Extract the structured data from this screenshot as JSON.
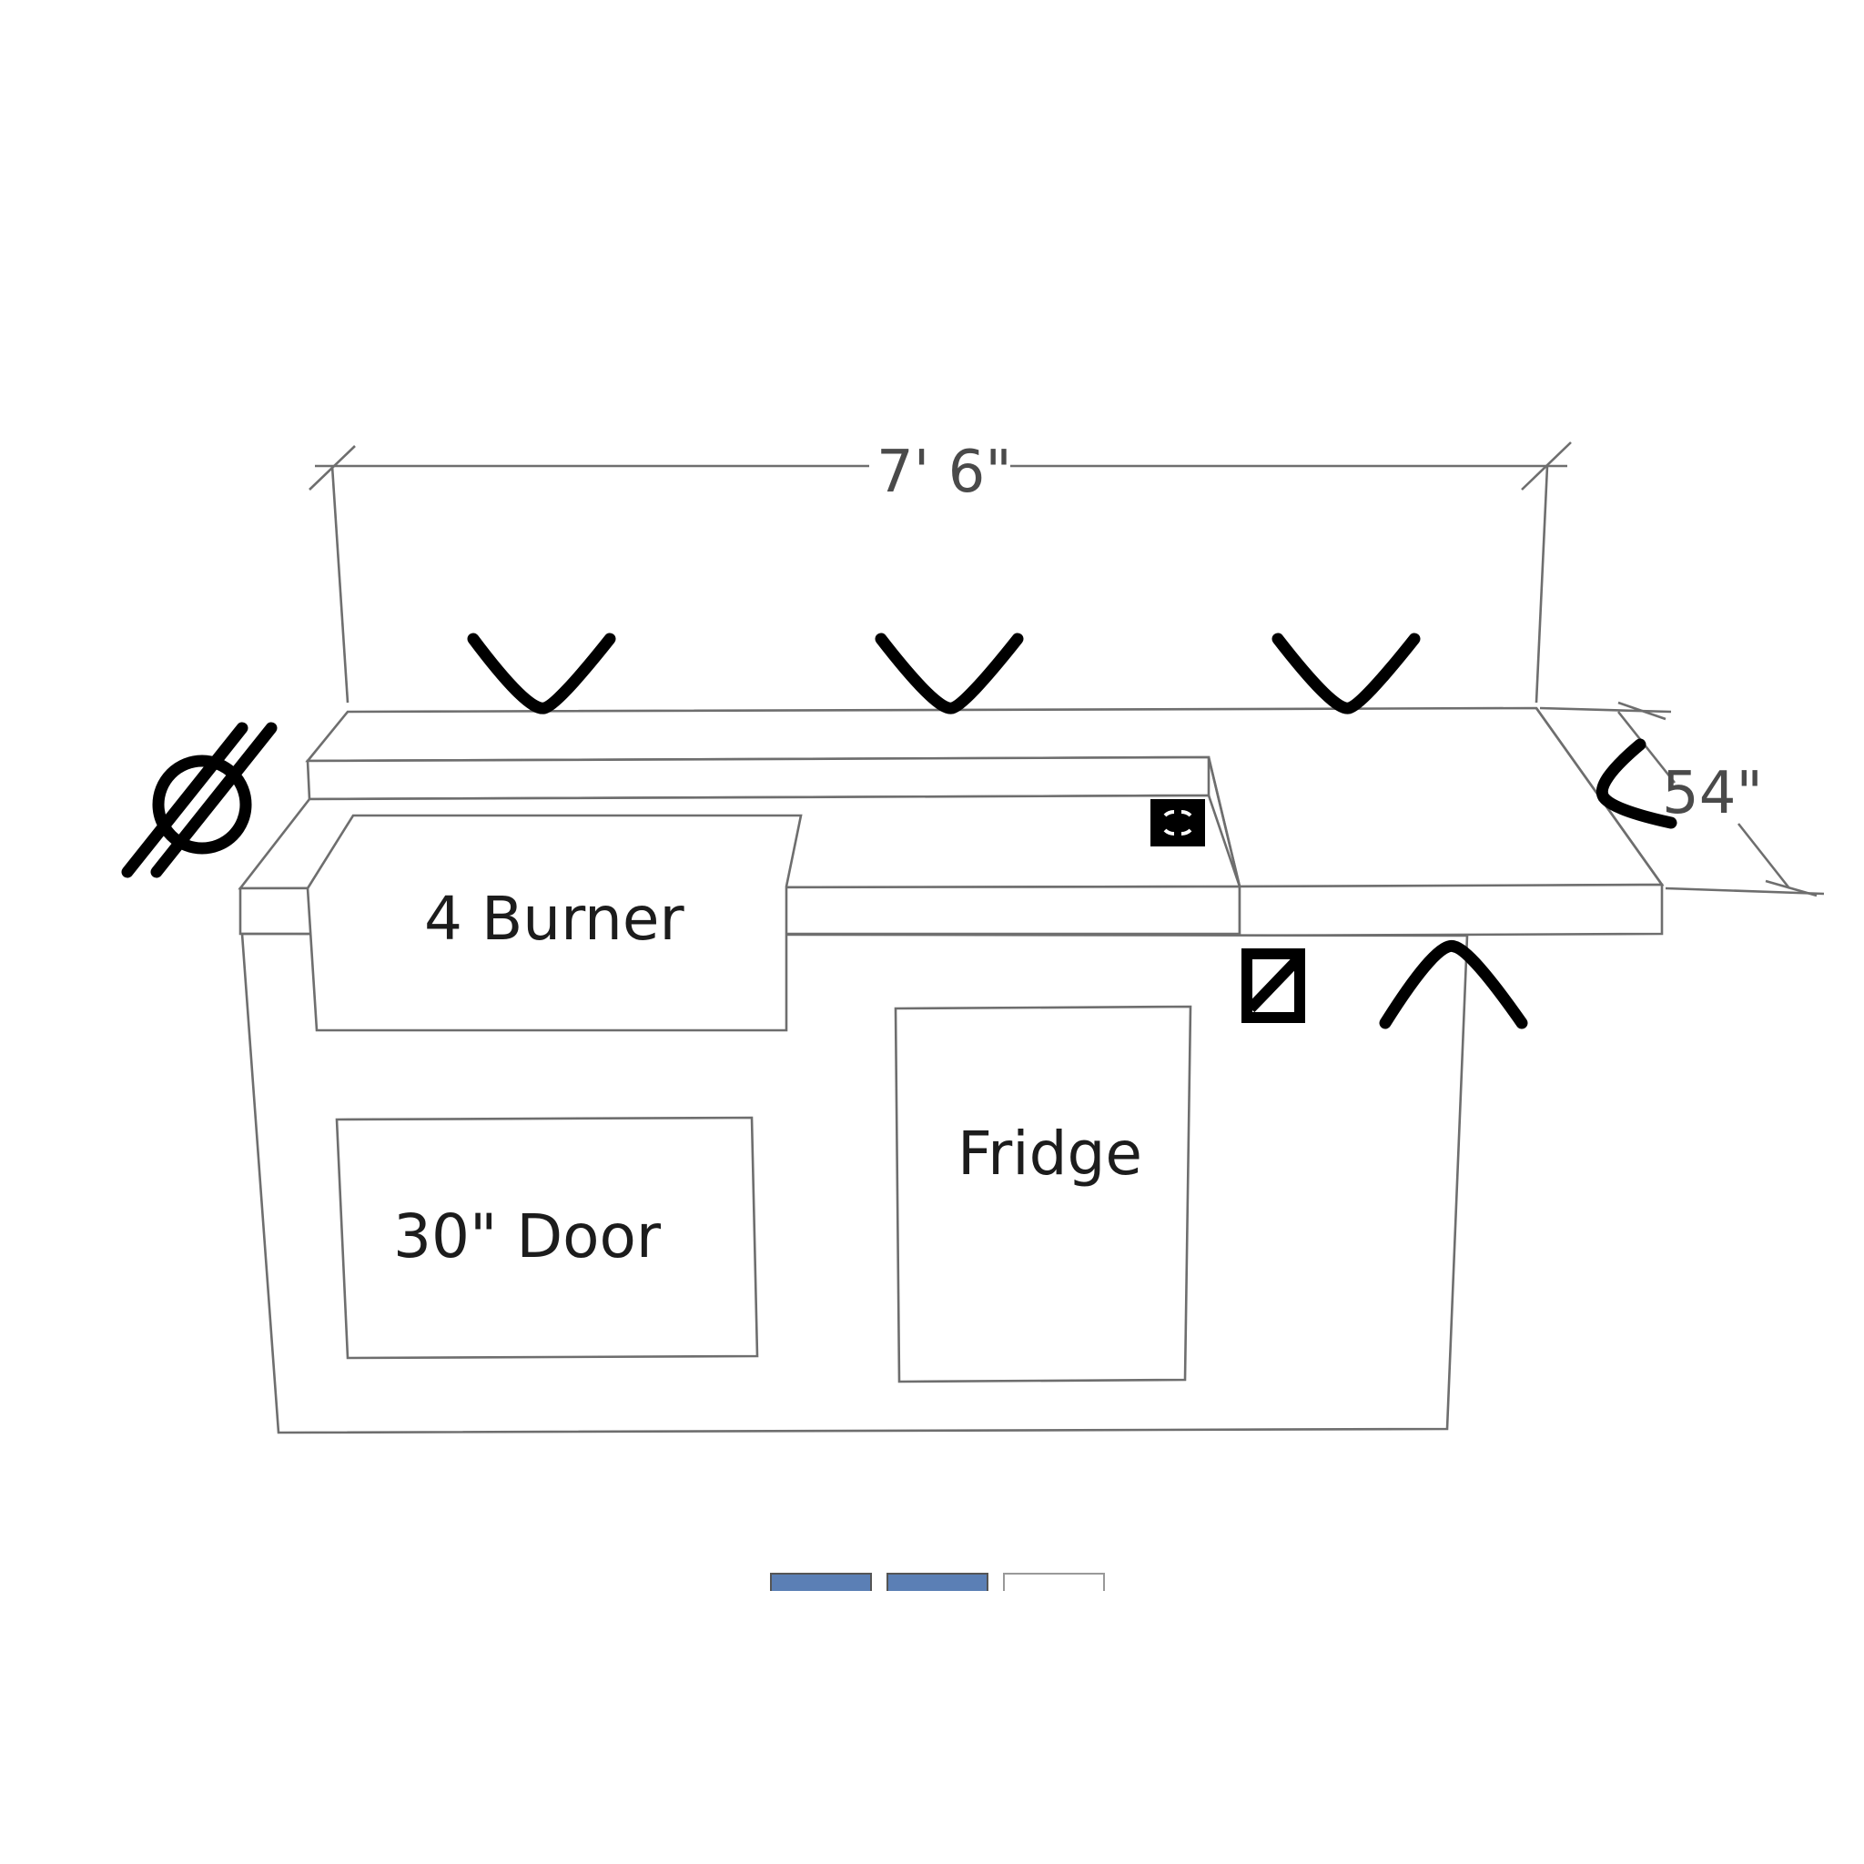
{
  "drawing": {
    "title": "Outdoor kitchen island sketch",
    "dimensions": {
      "width_label": "7' 6\"",
      "depth_label": "54\""
    },
    "components": {
      "grill": "4 Burner",
      "door": "30\" Door",
      "fridge": "Fridge"
    },
    "markers": [
      "v-mark-1",
      "v-mark-2",
      "v-mark-3",
      "caret-up-mark",
      "angle-left-mark",
      "diameter-symbol",
      "outlet-box-symbol",
      "slashed-square-symbol"
    ],
    "colors": {
      "line": "#6e6e6e",
      "marker": "#000000",
      "thumb": "#5b7fb5"
    }
  },
  "thumbnails": [
    {
      "name": "thumbnail-1",
      "style": "blue"
    },
    {
      "name": "thumbnail-2",
      "style": "blue"
    },
    {
      "name": "thumbnail-3",
      "style": "white"
    }
  ]
}
